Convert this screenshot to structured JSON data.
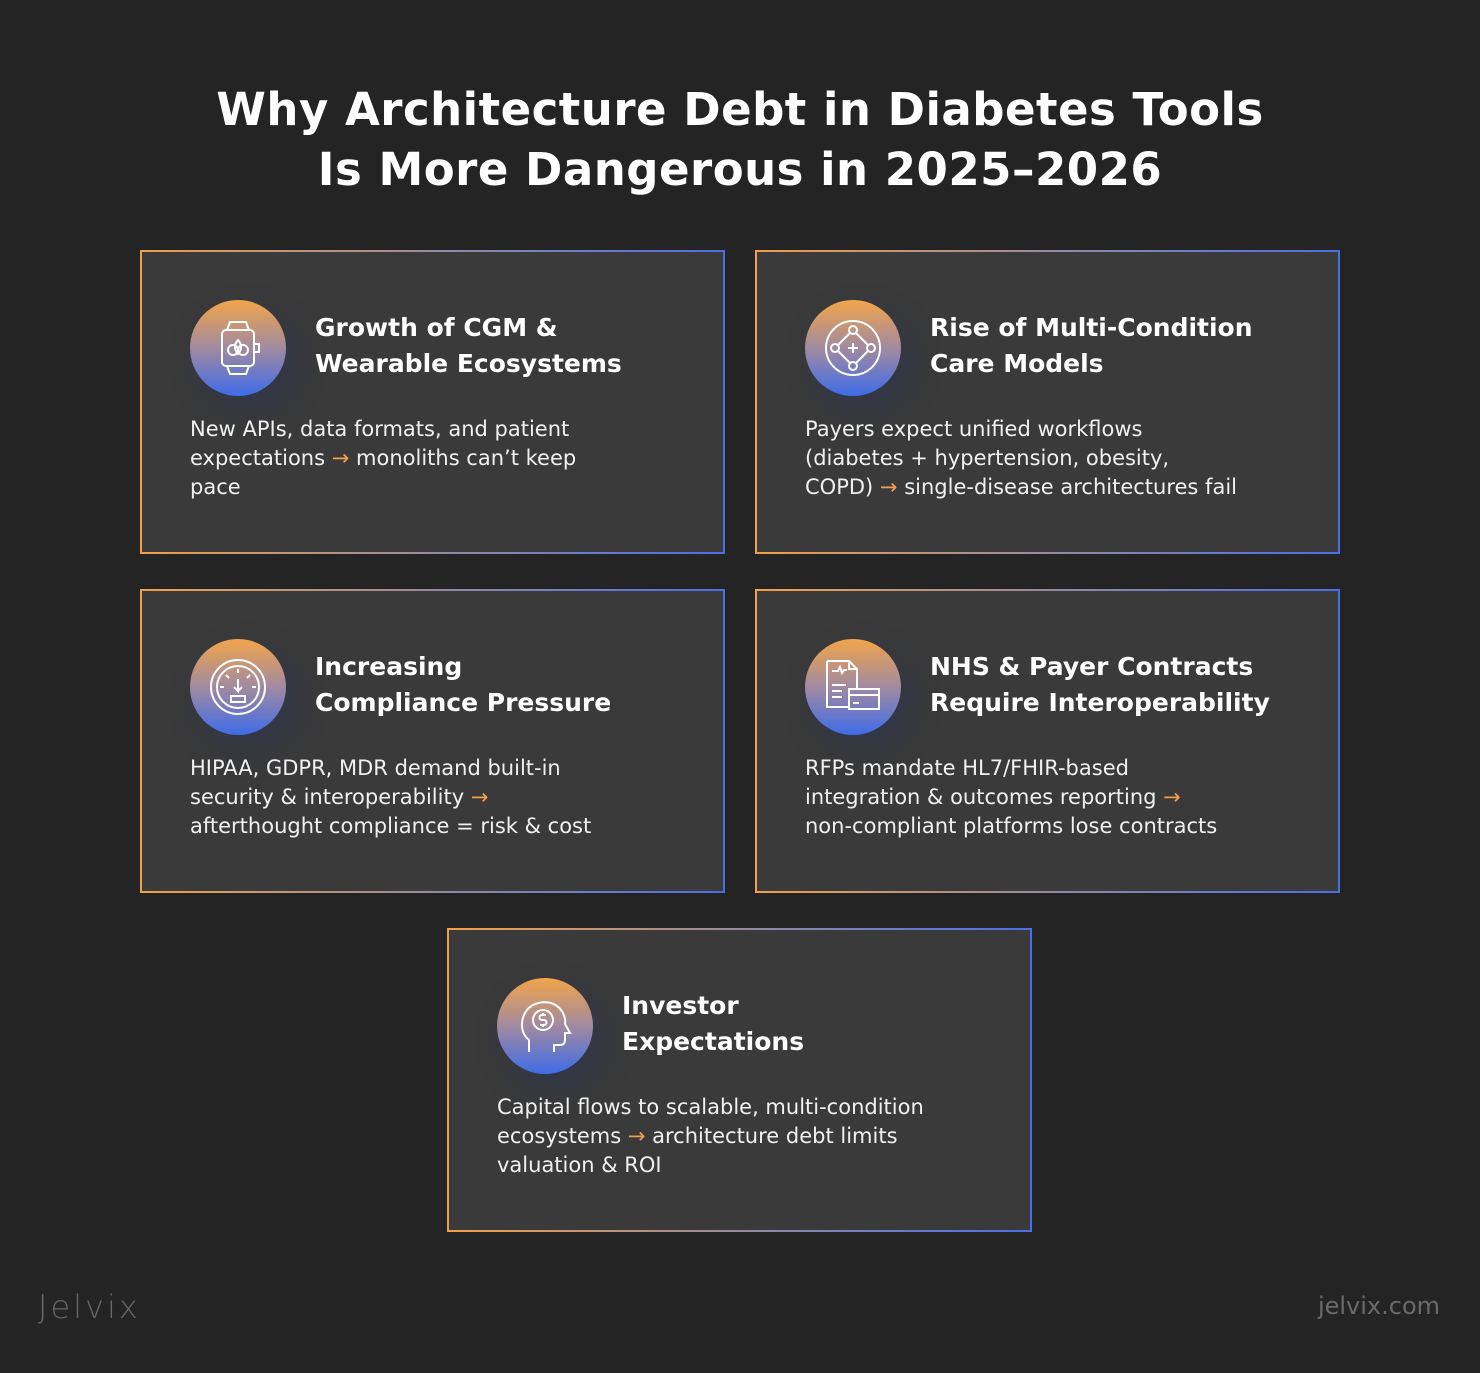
{
  "title": {
    "line1": "Why Architecture Debt in Diabetes Tools",
    "line2": "Is More Dangerous in 2025–2026"
  },
  "cards": [
    {
      "icon": "smartwatch-icon",
      "title1": "Growth of CGM &",
      "title2": "Wearable Ecosystems",
      "l1": "New APIs, data formats, and patient",
      "l2a": "expectations ",
      "arrow": "→",
      "l2b": " monoliths can’t keep",
      "l3": "pace"
    },
    {
      "icon": "care-network-icon",
      "title1": "Rise of Multi-Condition",
      "title2": "Care Models",
      "l1": "Payers expect unified workflows",
      "l2a": "(diabetes + hypertension, obesity,",
      "arrow": "",
      "l2b": "",
      "l3a": "COPD) ",
      "arrow3": "→",
      "l3b": " single-disease architectures fail"
    },
    {
      "icon": "pressure-gauge-icon",
      "title1": "Increasing",
      "title2": "Compliance Pressure",
      "l1": "HIPAA, GDPR, MDR demand built-in",
      "l2a": "security & interoperability ",
      "arrow": "→",
      "l2b": "",
      "l3": "afterthought compliance = risk & cost"
    },
    {
      "icon": "contract-document-icon",
      "title1": "NHS & Payer Contracts",
      "title2": "Require Interoperability",
      "l1": "RFPs mandate HL7/FHIR-based",
      "l2a": "integration & outcomes reporting ",
      "arrow": "→",
      "l2b": "",
      "l3": "non-compliant platforms lose contracts"
    },
    {
      "icon": "investor-head-icon",
      "title1": "Investor",
      "title2": "Expectations",
      "l1": "Capital flows to scalable, multi-condition",
      "l2a": "ecosystems ",
      "arrow": "→",
      "l2b": " architecture debt limits",
      "l3": "valuation & ROI"
    }
  ],
  "footer": {
    "logo": "Jelvix",
    "url": "jelvix.com"
  },
  "colors": {
    "background": "#242424",
    "card": "#3a3a3a",
    "accent_orange": "#f0a04b",
    "accent_blue": "#4a6ee6"
  }
}
